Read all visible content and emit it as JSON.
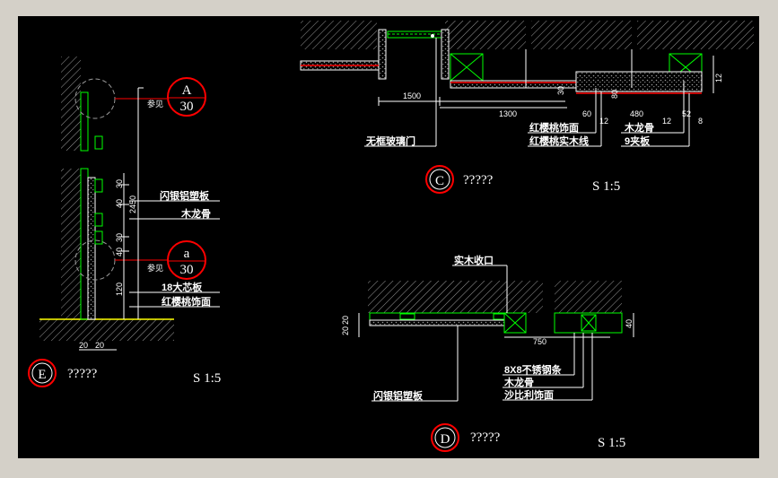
{
  "colors": {
    "background": "#000000",
    "frame": "#d4d0c8",
    "line": "#ffffff",
    "wall": "#9a9a9a",
    "green": "#00ff00",
    "red": "#ff0000",
    "yellow": "#ffff00"
  },
  "section_c": {
    "marker": "C",
    "title": "?????",
    "scale": "S 1:5",
    "labels": [
      "无框玻璃门",
      "红樱桃饰面",
      "红樱桃实木线",
      "木龙骨",
      "9夹板"
    ],
    "dims": [
      "1500",
      "1300",
      "60",
      "480",
      "12",
      "52",
      "8",
      "12",
      "30",
      "12",
      "80"
    ]
  },
  "section_e": {
    "marker": "E",
    "title": "?????",
    "scale": "S 1:5",
    "callout_top": {
      "letter": "A",
      "number": "30",
      "ref": "参见"
    },
    "callout_bottom": {
      "letter": "a",
      "number": "30",
      "ref": "参见"
    },
    "labels": [
      "闪银铝塑板",
      "木龙骨",
      "18大芯板",
      "红樱桃饰面"
    ],
    "dims": [
      "30",
      "40",
      "2450",
      "30",
      "40",
      "120",
      "20",
      "20"
    ]
  },
  "section_d": {
    "marker": "D",
    "title": "?????",
    "scale": "S 1:5",
    "labels": [
      "实木收口",
      "8X8不锈钢条",
      "木龙骨",
      "沙比利饰面",
      "闪银铝塑板"
    ],
    "dims": [
      "20",
      "20",
      "750",
      "40"
    ]
  }
}
